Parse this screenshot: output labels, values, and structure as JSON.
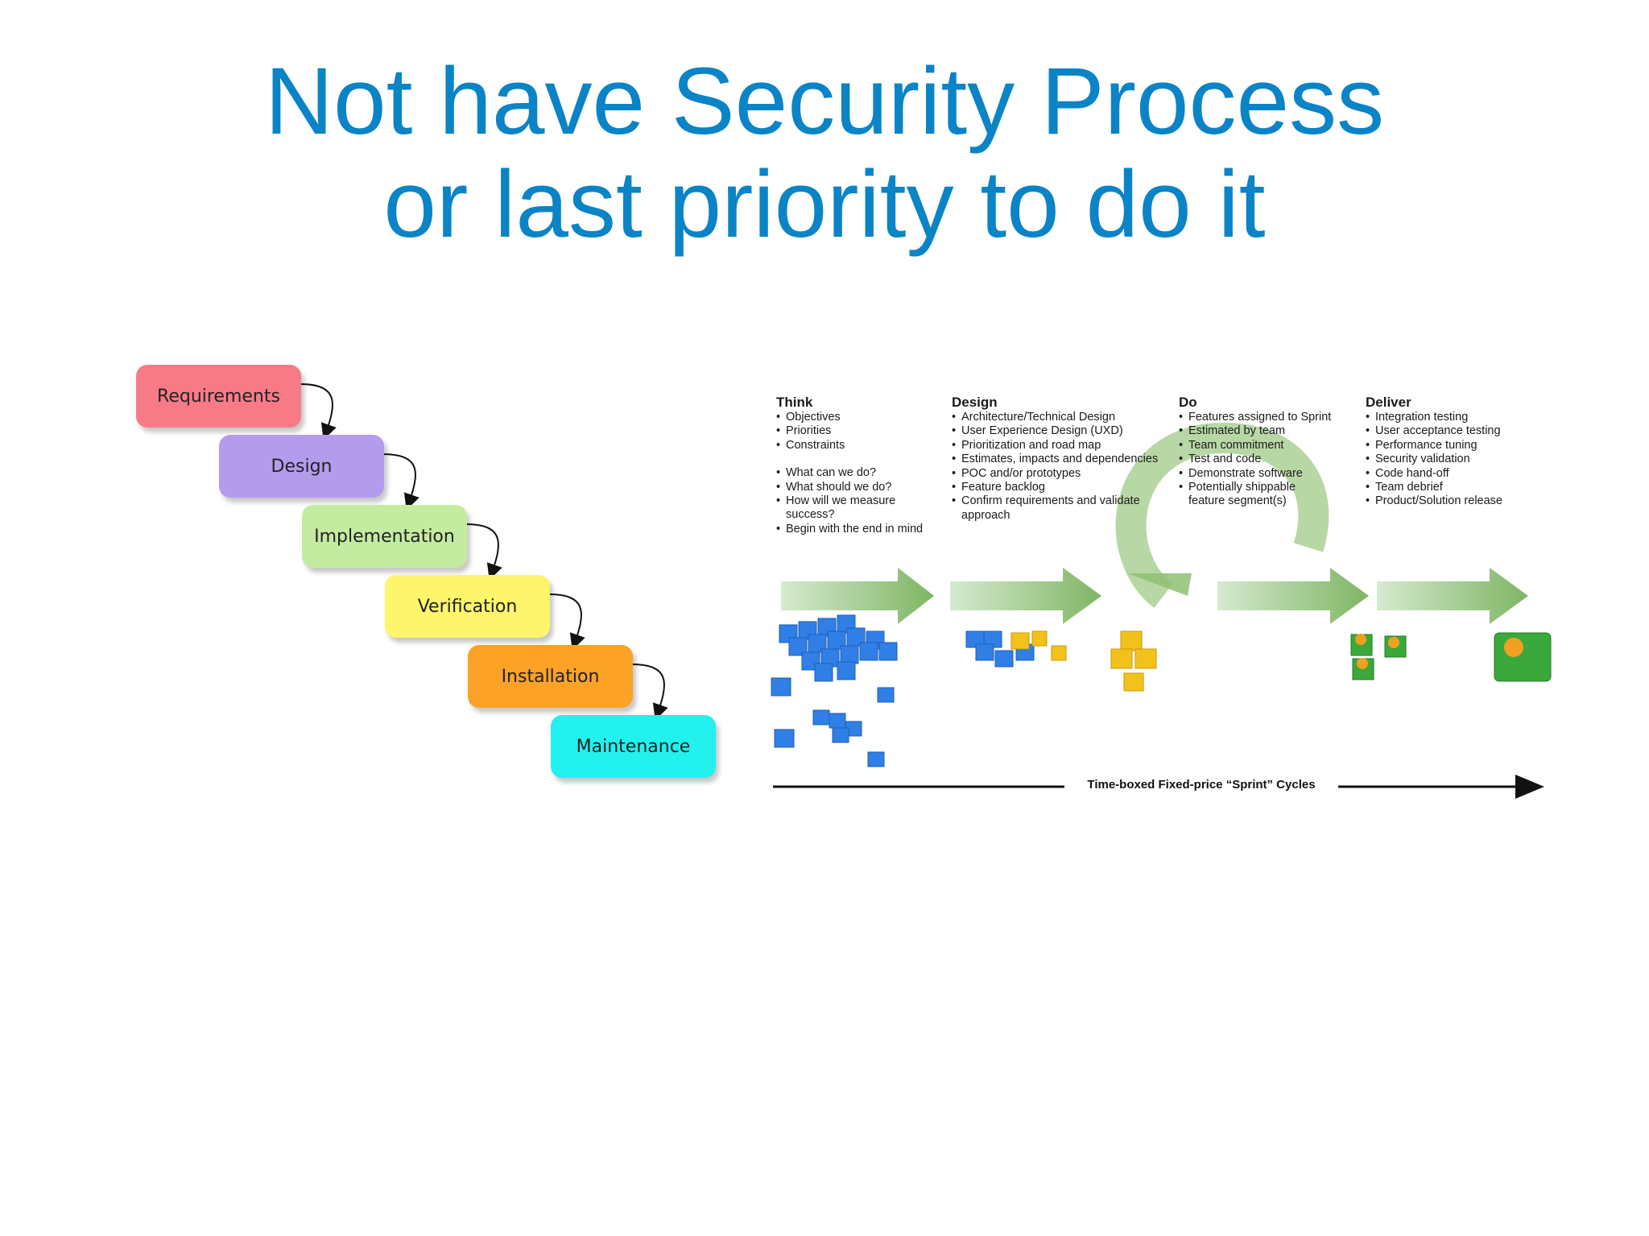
{
  "title": {
    "line1": "Not have Security Process",
    "line2": "or last priority to do it"
  },
  "waterfall": {
    "steps": [
      {
        "label": "Requirements",
        "color": "#f87a86"
      },
      {
        "label": "Design",
        "color": "#b49cec"
      },
      {
        "label": "Implementation",
        "color": "#c3eca0"
      },
      {
        "label": "Verification",
        "color": "#fdf56c"
      },
      {
        "label": "Installation",
        "color": "#fba227"
      },
      {
        "label": "Maintenance",
        "color": "#22f1ee"
      }
    ]
  },
  "agile": {
    "columns": [
      {
        "heading": "Think",
        "items": [
          "Objectives",
          "Priorities",
          "Constraints",
          "What can we do?",
          "What should we do?",
          "How will we measure success?",
          "Begin with the end in mind"
        ]
      },
      {
        "heading": "Design",
        "items": [
          "Architecture/Technical Design",
          "User Experience Design (UXD)",
          "Prioritization and road map",
          "Estimates, impacts and dependencies",
          "POC and/or prototypes",
          "Feature backlog",
          "Confirm requirements and validate approach"
        ]
      },
      {
        "heading": "Do",
        "items": [
          "Features assigned to Sprint",
          "Estimated by team",
          "Team commitment",
          "Test and code",
          "Demonstrate software",
          "Potentially shippable feature segment(s)"
        ]
      },
      {
        "heading": "Deliver",
        "items": [
          "Integration testing",
          "User acceptance testing",
          "Performance tuning",
          "Security validation",
          "Code hand-off",
          "Team debrief",
          "Product/Solution release"
        ]
      }
    ],
    "timeline_label": "Time-boxed Fixed-price “Sprint” Cycles",
    "colors": {
      "arrow": "#8fbf73",
      "cube_blue": "#2f7fe6",
      "cube_yellow": "#f2c21b",
      "cube_green": "#3aa83a"
    }
  }
}
